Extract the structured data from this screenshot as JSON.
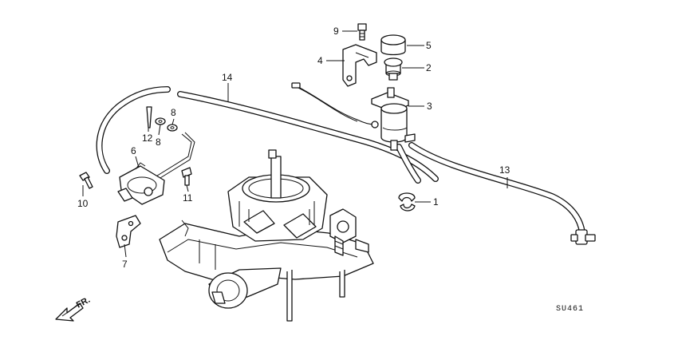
{
  "diagram": {
    "callouts": {
      "c1": "1",
      "c2": "2",
      "c3": "3",
      "c4": "4",
      "c5": "5",
      "c6": "6",
      "c7": "7",
      "c8a": "8",
      "c8b": "8",
      "c9": "9",
      "c10": "10",
      "c11": "11",
      "c12": "12",
      "c13": "13",
      "c14": "14"
    },
    "direction_label": "FR.",
    "diagram_code": "SU461"
  }
}
